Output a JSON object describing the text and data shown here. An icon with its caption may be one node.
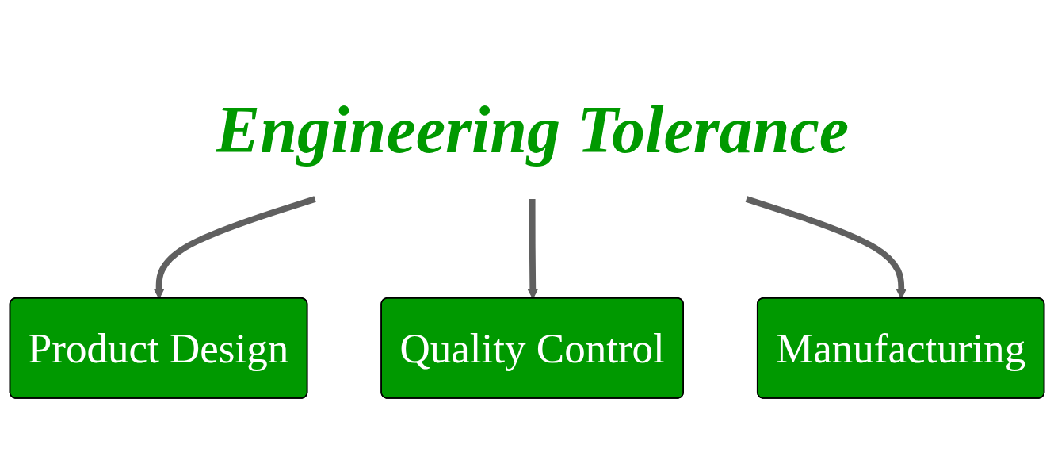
{
  "diagram": {
    "nodes": [
      {
        "text": [
          "Engineering Tolerance"
        ]
      },
      {
        "text": [
          "Product Design"
        ]
      },
      {
        "text": [
          "Quality Control"
        ]
      },
      {
        "text": [
          "Manufacturing"
        ]
      }
    ],
    "edges": [
      {
        "from": 0,
        "to": 1,
        "arrow": "to"
      },
      {
        "from": 0,
        "to": 2,
        "arrow": "to"
      },
      {
        "from": 0,
        "to": 3,
        "arrow": "to"
      }
    ]
  }
}
